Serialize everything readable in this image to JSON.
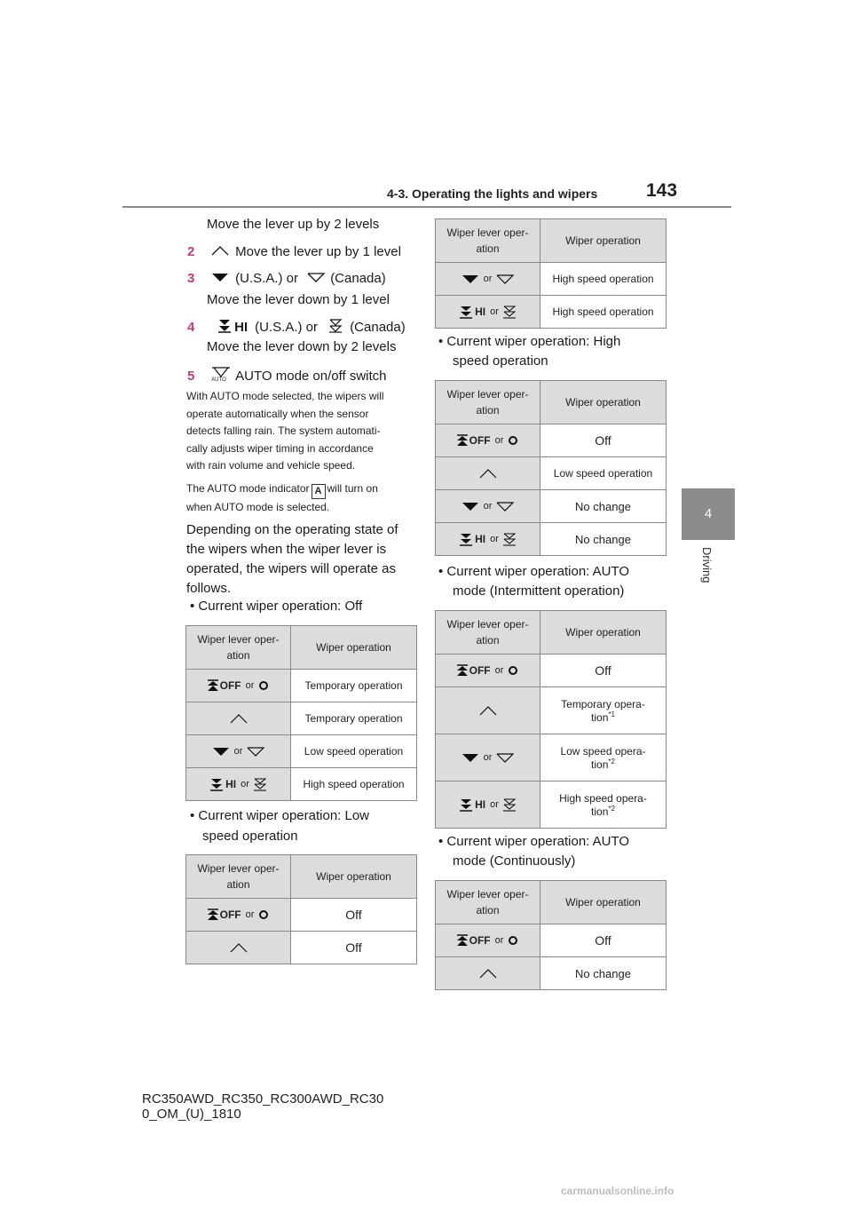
{
  "header": {
    "section": "4-3. Operating the lights and wipers",
    "page_number": "143"
  },
  "side_tab": {
    "number": "4",
    "label": "Driving"
  },
  "steps": {
    "s1_cont": "Move the lever up by 2 levels",
    "s2_num": "2",
    "s2_text": "Move the lever up by 1 level",
    "s3_num": "3",
    "s3_a": "(U.S.A.) or",
    "s3_b": "(Canada)",
    "s3_cont": "Move the lever down by 1 level",
    "s4_num": "4",
    "s4_a": "(U.S.A.) or",
    "s4_b": "(Canada)",
    "s4_cont": "Move the lever down by 2 levels",
    "s5_num": "5",
    "s5_text": "AUTO mode on/off switch"
  },
  "note1": [
    "With AUTO mode selected, the wipers will",
    "operate automatically when the sensor",
    "detects falling rain. The system automati-",
    "cally adjusts wiper timing in accordance",
    "with rain volume and vehicle speed."
  ],
  "note2": {
    "pre": "The AUTO mode indicator",
    "box": "A",
    "post": "will turn on",
    "line2": "when AUTO mode is selected."
  },
  "paragraph": [
    "Depending on the operating state of",
    "the wipers when the wiper lever is",
    "operated, the wipers will operate as",
    "follows."
  ],
  "symbols": {
    "or": "or",
    "off": "OFF",
    "hi": "HI",
    "auto": "AUTO"
  },
  "col_headers": {
    "lever_l1": "Wiper lever oper-",
    "lever_l2": "ation",
    "operation": "Wiper operation"
  },
  "sections": {
    "off": "• Current wiper operation: Off",
    "low_l1": "• Current wiper operation: Low",
    "low_l2": "speed operation",
    "high_l1": "• Current wiper operation: High",
    "high_l2": "speed operation",
    "auto_int_l1": "• Current wiper operation: AUTO",
    "auto_int_l2": "mode (Intermittent operation)",
    "auto_cont_l1": "• Current wiper operation: AUTO",
    "auto_cont_l2": "mode (Continuously)"
  },
  "tables": {
    "off": [
      "Temporary operation",
      "Temporary operation",
      "Low speed operation",
      "High speed operation"
    ],
    "low": [
      "Off",
      "Off"
    ],
    "high_top": [
      "High speed operation",
      "High speed operation"
    ],
    "high": [
      "Off",
      "Low speed operation",
      "No change",
      "No change"
    ],
    "auto_int": {
      "r1": "Off",
      "r2_l1": "Temporary opera-",
      "r2_l2": "tion",
      "r2_sup": "*1",
      "r3_l1": "Low speed opera-",
      "r3_l2": "tion",
      "r3_sup": "*2",
      "r4_l1": "High speed opera-",
      "r4_l2": "tion",
      "r4_sup": "*2"
    },
    "auto_cont": [
      "Off",
      "No change"
    ]
  },
  "footer": {
    "line1": "RC350AWD_RC350_RC300AWD_RC30",
    "line2": "0_OM_(U)_1810"
  },
  "watermark": "carmanualsonline.info"
}
